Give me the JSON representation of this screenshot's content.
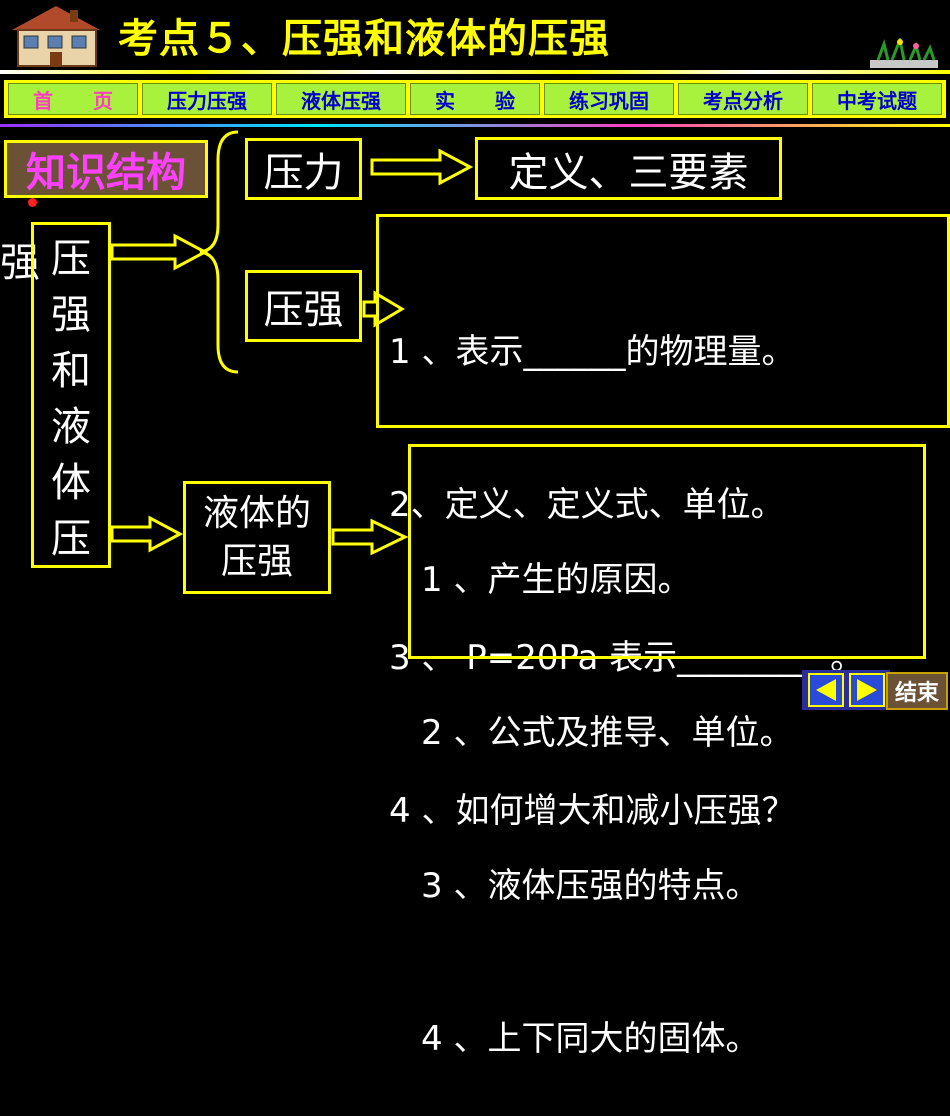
{
  "header": {
    "title": "考点５、压强和液体的压强"
  },
  "nav": {
    "items": [
      "首　　页",
      "压力压强",
      "液体压强",
      "实　　验",
      "练习巩固",
      "考点分析",
      "中考试题"
    ]
  },
  "diagram": {
    "section_label": "知识结构",
    "side_fragment": "强",
    "vertical_box": "压\n强\n和\n液\n体\n压",
    "pressure_force": "压力",
    "pressure_force_def": "定义、三要素",
    "pressure": "压强",
    "pressure_list": [
      "1 、表示______的物理量。",
      "2、定义、定义式、单位。",
      "3 、 P=20Pa 表示_________。",
      "4 、如何增大和减小压强？"
    ],
    "liquid_pressure": "液体的\n压强",
    "liquid_list": [
      "1 、产生的原因。",
      "2 、公式及推导、单位。",
      "3 、液体压强的特点。",
      "4 、上下同大的固体。"
    ]
  },
  "footer": {
    "end_label": "结束"
  },
  "colors": {
    "background": "#000000",
    "accent": "#ffff00",
    "title": "#ffff00",
    "section_label": "#ff40ff",
    "nav_bg": "#a8f23e",
    "nav_text": "#0000cc"
  }
}
